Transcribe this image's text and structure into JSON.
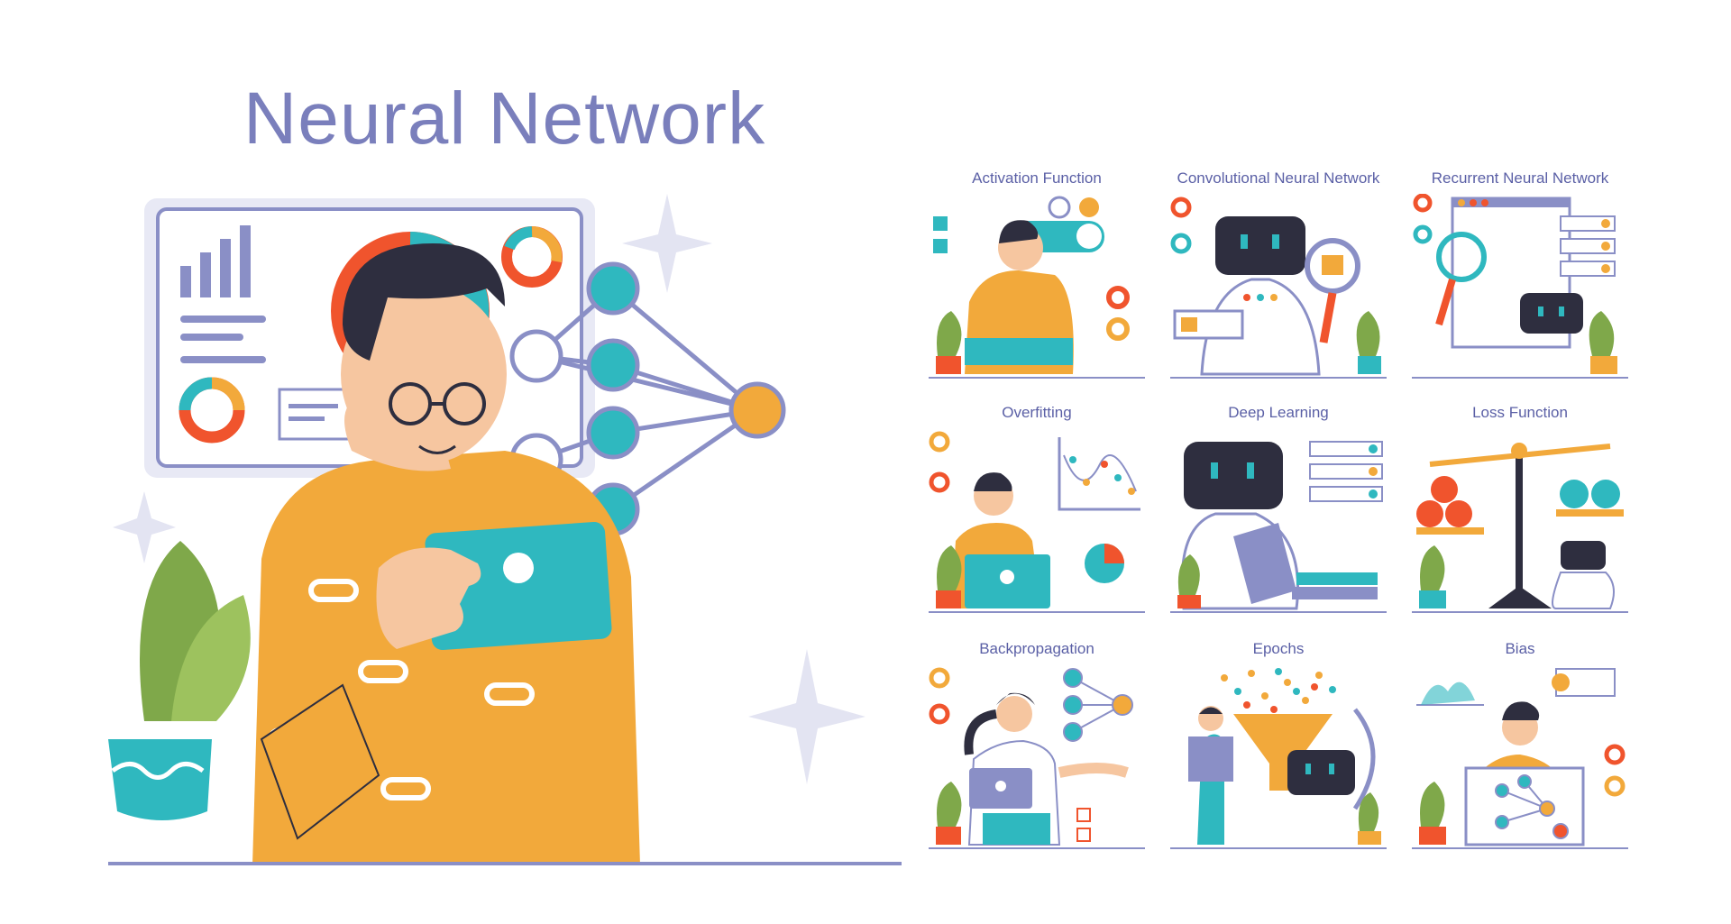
{
  "title": "Neural Network",
  "panels": [
    {
      "label": "Activation Function"
    },
    {
      "label": "Convolutional Neural Network"
    },
    {
      "label": "Recurrent Neural Network"
    },
    {
      "label": "Overfitting"
    },
    {
      "label": "Deep Learning"
    },
    {
      "label": "Loss Function"
    },
    {
      "label": "Backpropagation"
    },
    {
      "label": "Epochs"
    },
    {
      "label": "Bias"
    }
  ],
  "colors": {
    "title": "#7a7fbc",
    "accent_teal": "#2fb8bf",
    "accent_orange": "#f2a93b",
    "accent_red": "#f0542d",
    "dark": "#2e2e3f",
    "lavender": "#e8e9f5",
    "outline": "#8a8fc6",
    "plant": "#7fa84a"
  },
  "icons": [
    "sparkle-icon",
    "network-icon",
    "donut-chart-icon",
    "bar-chart-icon",
    "robot-icon",
    "magnifier-icon",
    "plant-icon",
    "laptop-icon",
    "tablet-icon",
    "scale-icon",
    "check-icon",
    "cross-icon",
    "book-icon",
    "funnel-icon"
  ]
}
